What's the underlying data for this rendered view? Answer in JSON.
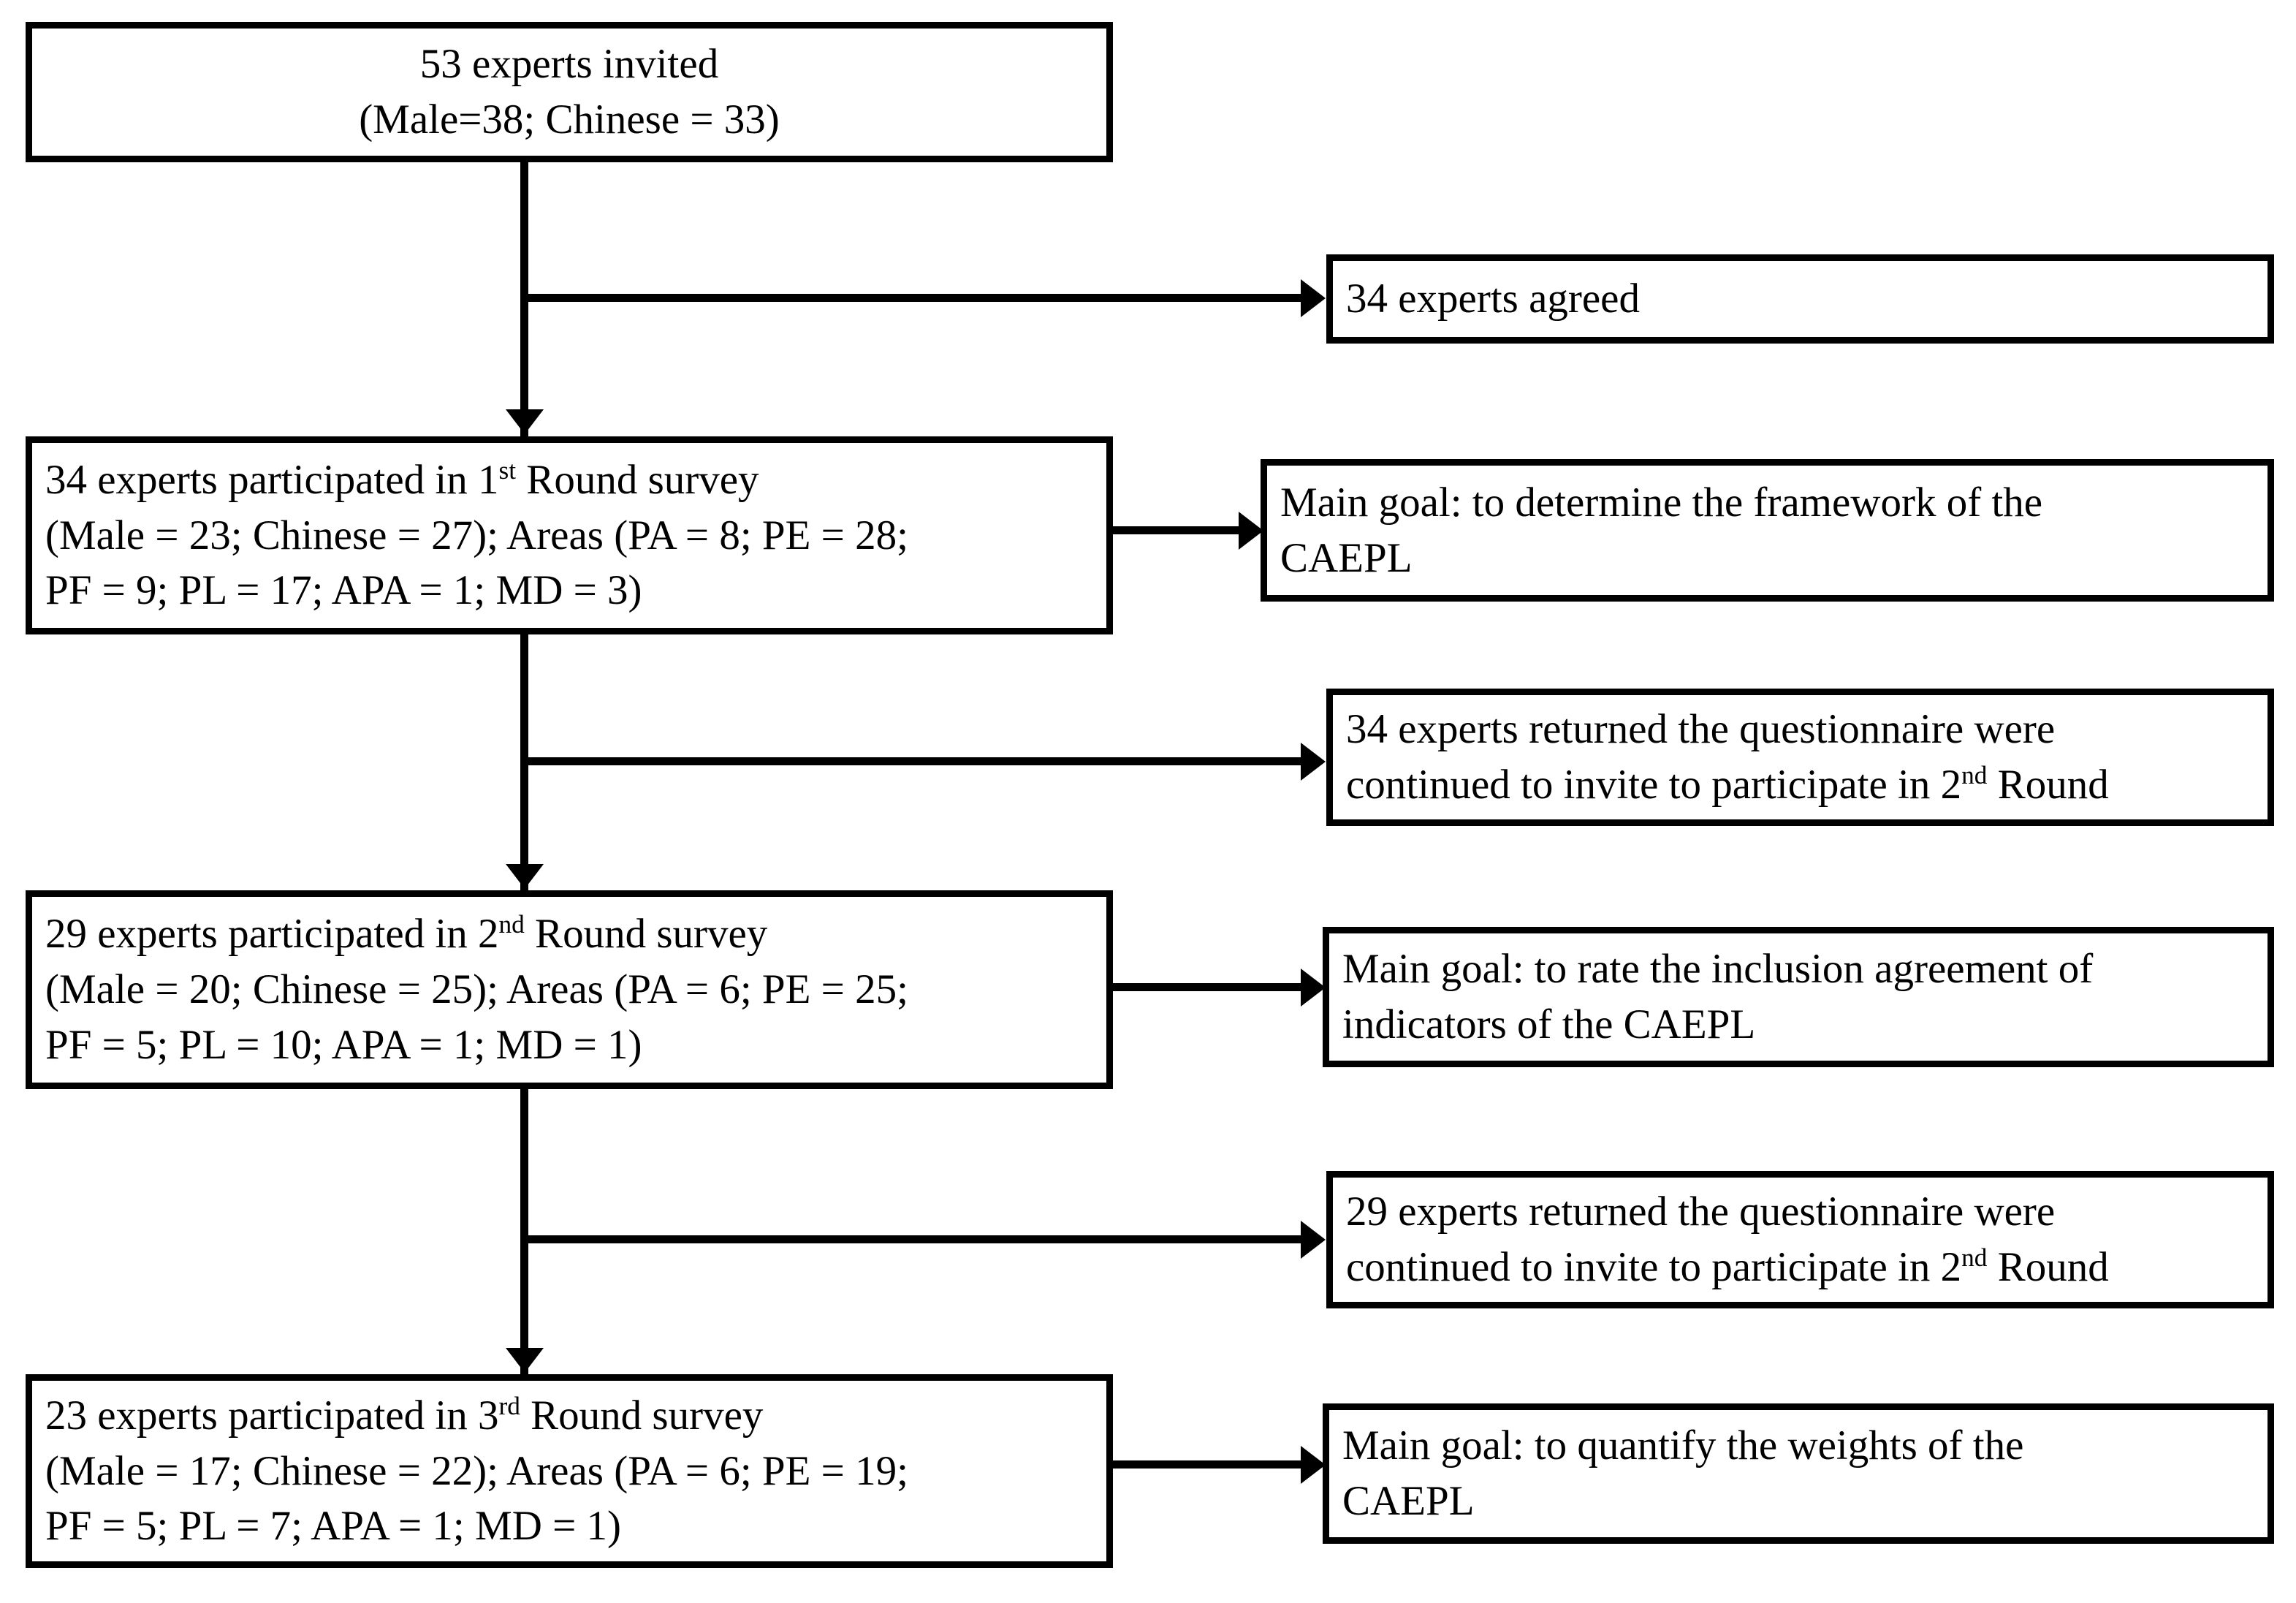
{
  "diagram": {
    "title": "Delphi expert panel flow diagram",
    "colors": {
      "stroke": "#000000",
      "background": "#ffffff",
      "text": "#000000"
    },
    "nodes": {
      "invited": {
        "id": "invited",
        "line1": "53 experts invited",
        "line2": "(Male=38; Chinese = 33)"
      },
      "agreed": {
        "id": "agreed",
        "line1": "34 experts agreed"
      },
      "round1": {
        "id": "round1",
        "line1_pre": "34 experts participated in 1",
        "line1_sup": "st",
        "line1_post": " Round survey",
        "line2": "(Male = 23; Chinese = 27); Areas (PA = 8; PE = 28;",
        "line3": "PF = 9; PL = 17; APA = 1; MD = 3)"
      },
      "goal1": {
        "id": "goal1",
        "line1": "Main goal: to determine the framework of the",
        "line2": "CAEPL"
      },
      "returned1": {
        "id": "returned1",
        "line1": "34 experts returned the questionnaire were",
        "line2_pre": "continued to invite to participate in 2",
        "line2_sup": "nd",
        "line2_post": " Round"
      },
      "round2": {
        "id": "round2",
        "line1_pre": "29 experts participated in 2",
        "line1_sup": "nd",
        "line1_post": " Round survey",
        "line2": "(Male = 20; Chinese = 25); Areas (PA = 6; PE = 25;",
        "line3": "PF = 5; PL = 10; APA = 1; MD = 1)"
      },
      "goal2": {
        "id": "goal2",
        "line1": "Main goal: to rate the inclusion agreement of",
        "line2": "indicators of the CAEPL"
      },
      "returned2": {
        "id": "returned2",
        "line1": "29 experts returned the questionnaire were",
        "line2_pre": "continued to invite to participate in 2",
        "line2_sup": "nd",
        "line2_post": " Round"
      },
      "round3": {
        "id": "round3",
        "line1_pre": "23 experts participated in 3",
        "line1_sup": "rd",
        "line1_post": " Round survey",
        "line2": "(Male = 17; Chinese = 22); Areas (PA = 6; PE = 19;",
        "line3": "PF = 5; PL = 7; APA = 1; MD = 1)"
      },
      "goal3": {
        "id": "goal3",
        "line1": "Main goal: to quantify the weights of the",
        "line2": "CAEPL"
      }
    }
  },
  "chart_data": {
    "type": "diagram",
    "title": "Delphi expert panel flow diagram",
    "nodes": [
      {
        "id": "invited",
        "label": "53 experts invited (Male=38; Chinese = 33)",
        "experts": 53,
        "male": 38,
        "chinese": 33
      },
      {
        "id": "agreed",
        "label": "34 experts agreed",
        "experts": 34
      },
      {
        "id": "round1",
        "label": "34 experts participated in 1st Round survey",
        "experts": 34,
        "male": 23,
        "chinese": 27,
        "areas": {
          "PA": 8,
          "PE": 28,
          "PF": 9,
          "PL": 17,
          "APA": 1,
          "MD": 3
        }
      },
      {
        "id": "goal1",
        "label": "Main goal: to determine the framework of the CAEPL"
      },
      {
        "id": "returned1",
        "label": "34 experts returned the questionnaire were continued to invite to participate in 2nd Round",
        "experts": 34
      },
      {
        "id": "round2",
        "label": "29 experts participated in 2nd Round survey",
        "experts": 29,
        "male": 20,
        "chinese": 25,
        "areas": {
          "PA": 6,
          "PE": 25,
          "PF": 5,
          "PL": 10,
          "APA": 1,
          "MD": 1
        }
      },
      {
        "id": "goal2",
        "label": "Main goal: to rate the inclusion agreement of indicators of the CAEPL"
      },
      {
        "id": "returned2",
        "label": "29 experts returned the questionnaire were continued to invite to participate in 2nd Round",
        "experts": 29
      },
      {
        "id": "round3",
        "label": "23 experts participated in 3rd Round survey",
        "experts": 23,
        "male": 17,
        "chinese": 22,
        "areas": {
          "PA": 6,
          "PE": 19,
          "PF": 5,
          "PL": 7,
          "APA": 1,
          "MD": 1
        }
      },
      {
        "id": "goal3",
        "label": "Main goal: to quantify the weights of the CAEPL"
      }
    ],
    "edges": [
      {
        "from": "invited",
        "to": "agreed",
        "direction": "right"
      },
      {
        "from": "invited",
        "to": "round1",
        "direction": "down"
      },
      {
        "from": "round1",
        "to": "goal1",
        "direction": "right"
      },
      {
        "from": "round1",
        "to": "returned1",
        "direction": "right"
      },
      {
        "from": "round1",
        "to": "round2",
        "direction": "down"
      },
      {
        "from": "round2",
        "to": "goal2",
        "direction": "right"
      },
      {
        "from": "round2",
        "to": "returned2",
        "direction": "right"
      },
      {
        "from": "round2",
        "to": "round3",
        "direction": "down"
      },
      {
        "from": "round3",
        "to": "goal3",
        "direction": "right"
      }
    ]
  }
}
